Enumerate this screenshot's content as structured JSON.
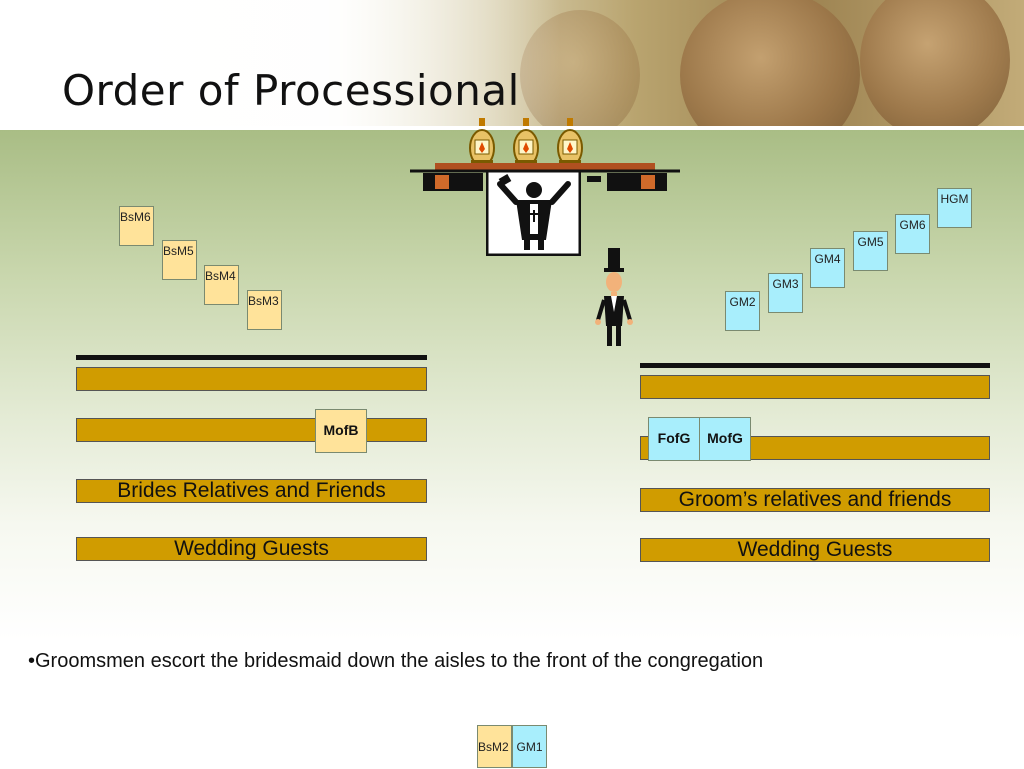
{
  "slide": {
    "title": "Order of Processional",
    "bullet": "•Groomsmen escort the bridesmaid down the aisles to the front of the congregation"
  },
  "bride_side": {
    "bridesmaids": [
      "BsM6",
      "BsM5",
      "BsM4",
      "BsM3"
    ],
    "mother": "MofB",
    "relatives": "Brides Relatives and Friends",
    "guests": "Wedding Guests"
  },
  "groom_side": {
    "groomsmen": [
      "HGM",
      "GM6",
      "GM5",
      "GM4",
      "GM3",
      "GM2"
    ],
    "father": "FofG",
    "mother": "MofG",
    "relatives": "Groom’s relatives and friends",
    "guests": "Wedding Guests"
  },
  "entry_pair": {
    "bridesmaid": "BsM2",
    "groomsman": "GM1"
  },
  "colors": {
    "bride_tag": "#ffe39a",
    "groom_tag": "#a8eefc",
    "pew": "#d09c00",
    "background_top": "#a9bd85"
  },
  "icons": [
    "candle-lantern-icon",
    "minister-icon",
    "groom-figure-icon"
  ]
}
